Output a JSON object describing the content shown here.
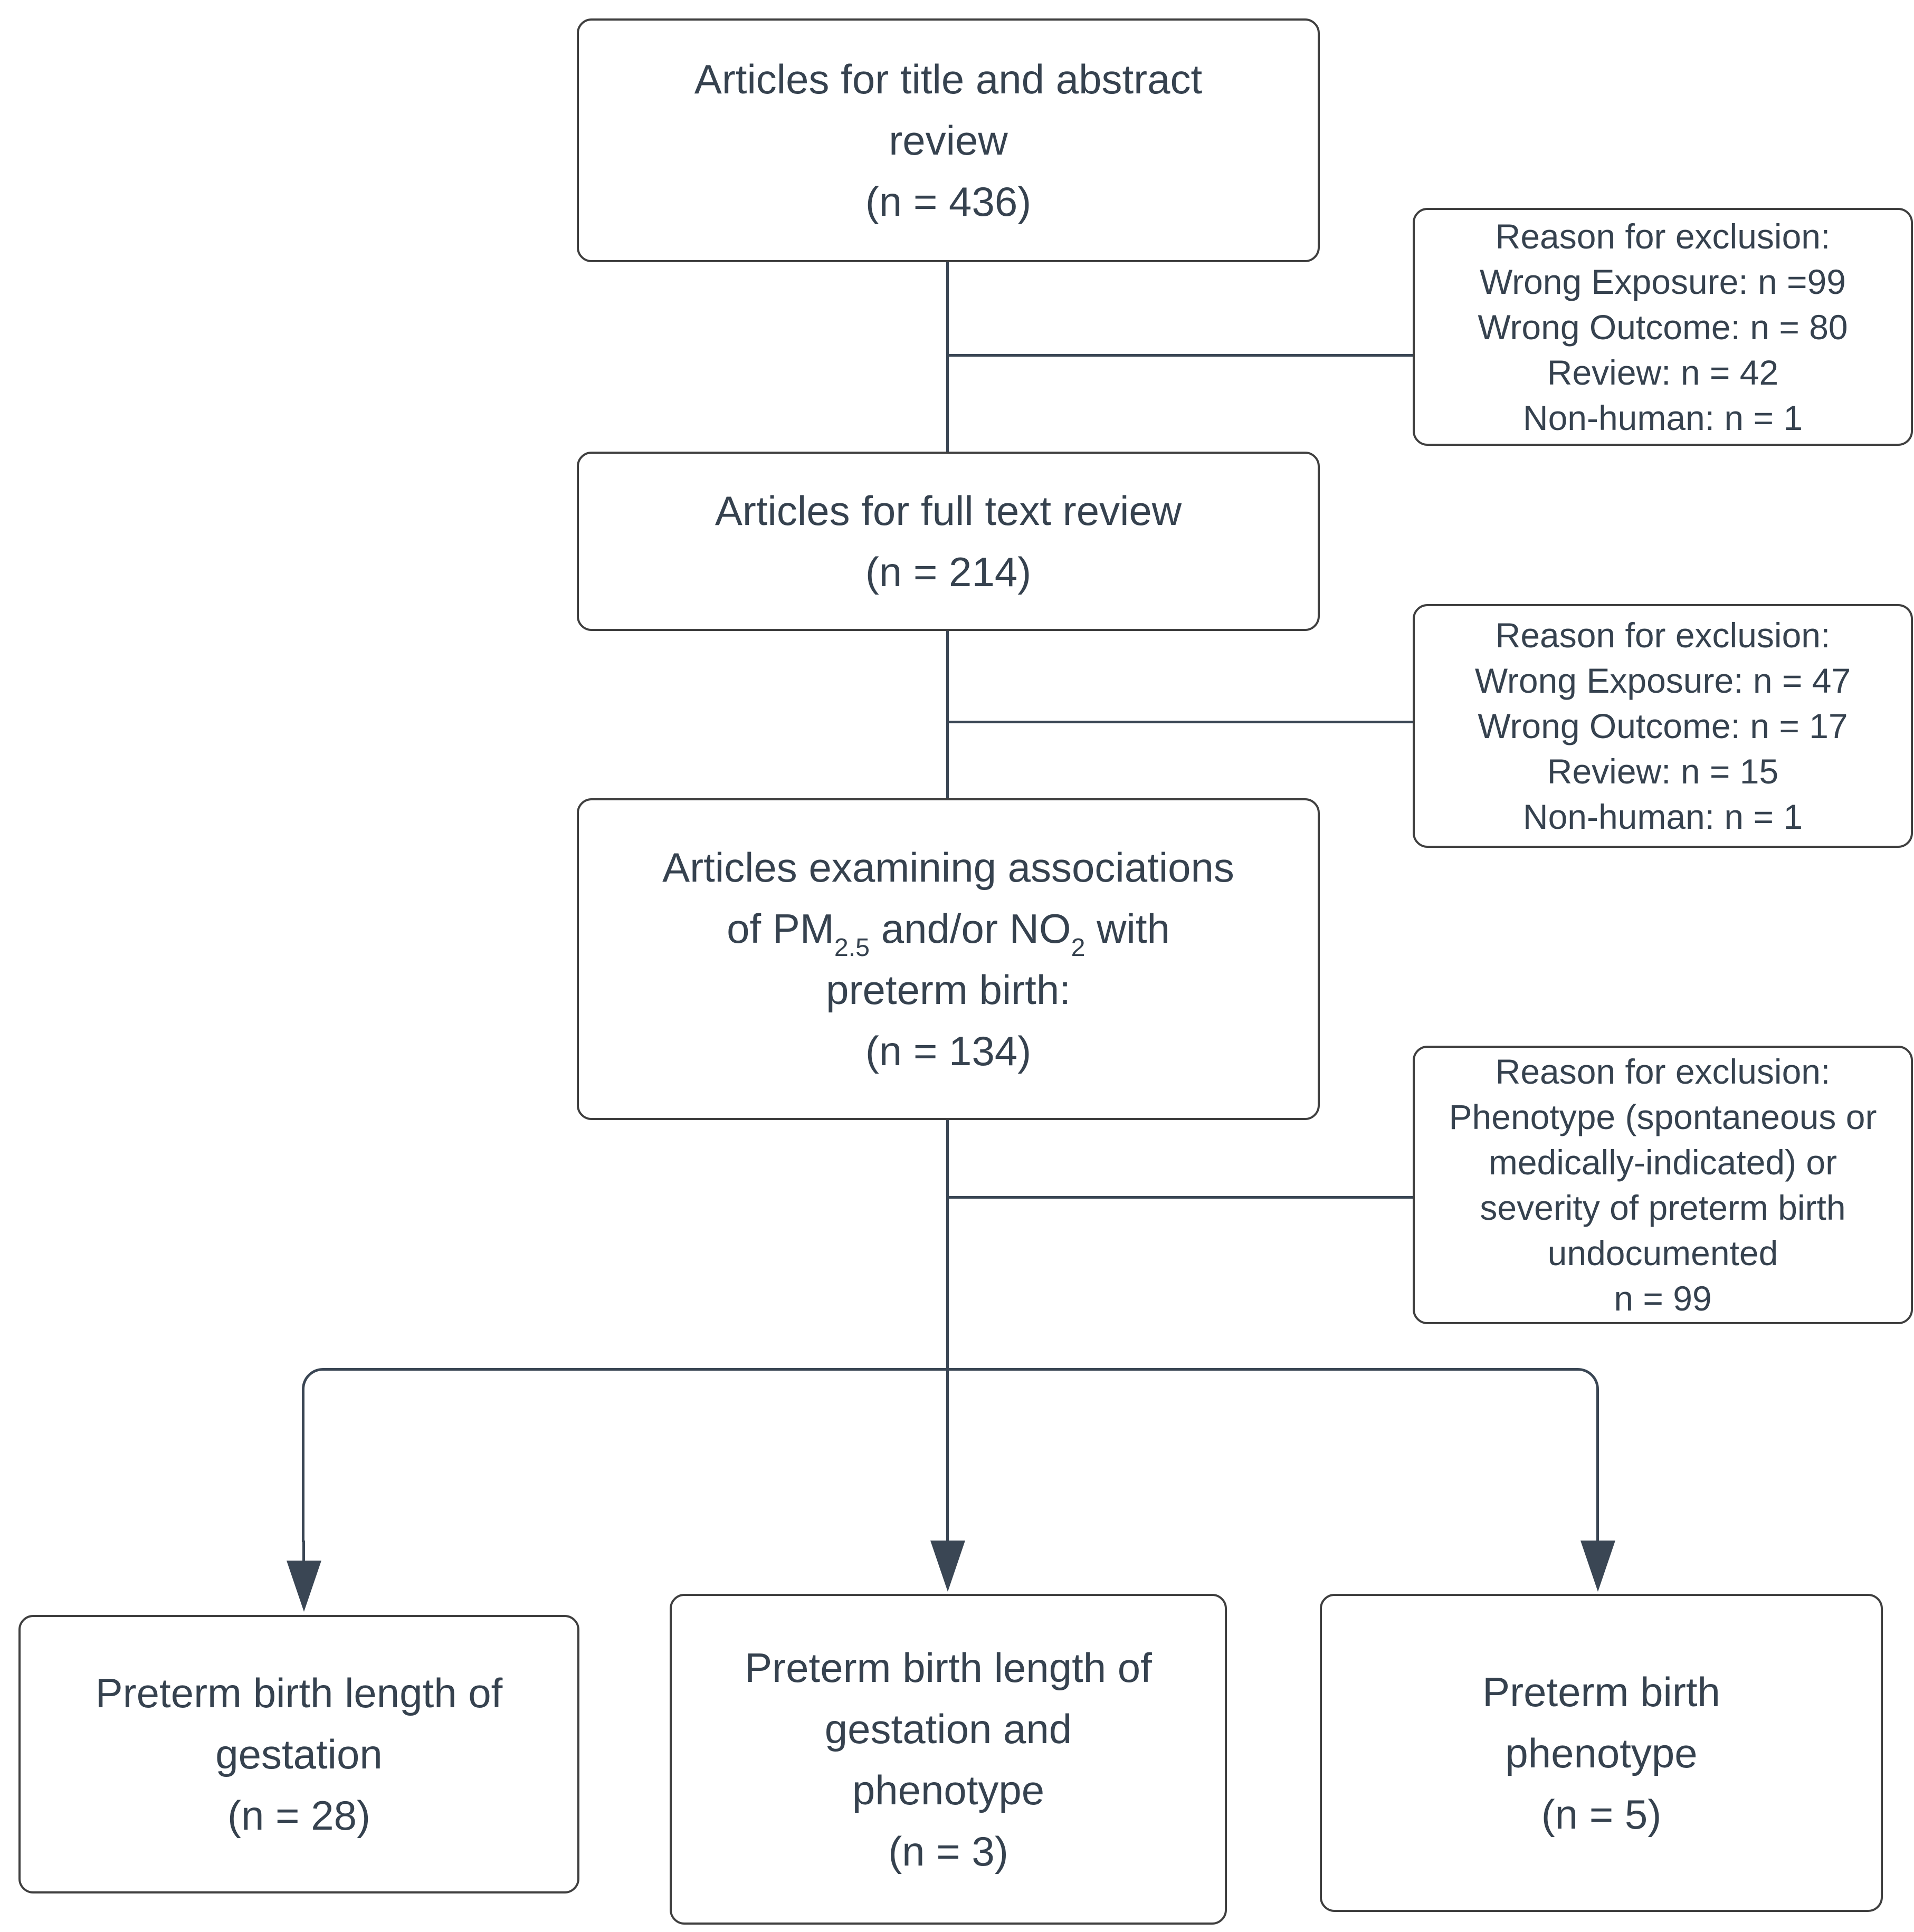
{
  "diagram": {
    "type": "flowchart",
    "text_color": "#36424f",
    "box_border_color": "#3f3f3f",
    "connector_color": "#3a4654",
    "background_color": "#ffffff"
  },
  "boxes": {
    "title_abstract_review": {
      "lines": [
        "Articles for title and abstract",
        "review",
        "(n = 436)"
      ],
      "n": 436
    },
    "full_text_review": {
      "lines": [
        "Articles for full text review",
        "(n = 214)"
      ],
      "n": 214
    },
    "pm_no2_associations": {
      "line1": "Articles examining associations",
      "line2_parts": {
        "pre": "of PM",
        "sub1": "2.5",
        "mid": " and/or NO",
        "sub2": "2",
        "post": " with"
      },
      "line3": "preterm birth:",
      "line4": "(n = 134)",
      "n": 134
    },
    "exclusion_1": {
      "lines": [
        "Reason for exclusion:",
        "Wrong Exposure: n =99",
        "Wrong Outcome: n = 80",
        "Review: n = 42",
        "Non-human: n = 1"
      ]
    },
    "exclusion_2": {
      "lines": [
        "Reason for exclusion:",
        "Wrong Exposure: n = 47",
        "Wrong Outcome: n = 17",
        "Review: n = 15",
        "Non-human: n = 1"
      ]
    },
    "exclusion_3": {
      "lines": [
        "Reason for exclusion:",
        "Phenotype (spontaneous or",
        "medically-indicated) or",
        "severity of preterm birth",
        "undocumented",
        "n = 99"
      ]
    },
    "outcome_gestation": {
      "lines": [
        "Preterm birth length of",
        "gestation",
        "(n = 28)"
      ],
      "n": 28
    },
    "outcome_gestation_phenotype": {
      "lines": [
        "Preterm birth length of",
        "gestation and",
        "phenotype",
        "(n = 3)"
      ],
      "n": 3
    },
    "outcome_phenotype": {
      "lines": [
        "Preterm birth",
        "phenotype",
        "(n = 5)"
      ],
      "n": 5
    }
  }
}
